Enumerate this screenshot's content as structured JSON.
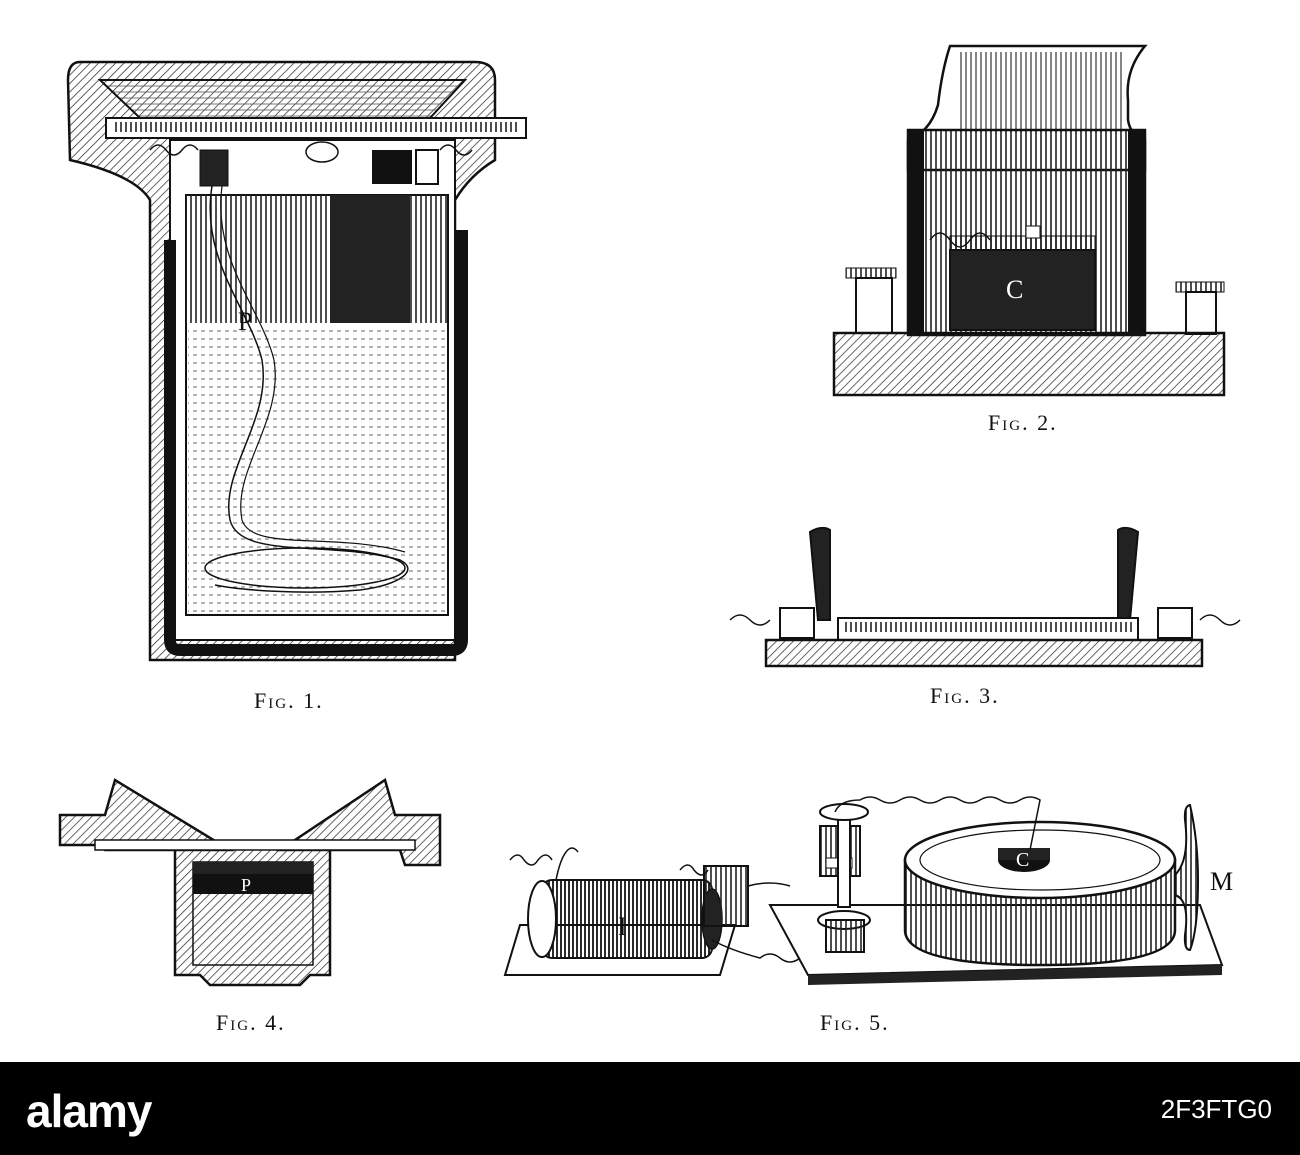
{
  "figures": [
    {
      "caption": "Fig. 1.",
      "letters": [
        "P"
      ]
    },
    {
      "caption": "Fig. 2.",
      "letters": [
        "C"
      ]
    },
    {
      "caption": "Fig. 3.",
      "letters": []
    },
    {
      "caption": "Fig. 4.",
      "letters": [
        "P"
      ]
    },
    {
      "caption": "Fig. 5.",
      "letters": [
        "I",
        "C",
        "M"
      ]
    }
  ],
  "footer": {
    "logo_text": "alamy",
    "image_id": "2F3FTG0",
    "background_color": "#000000",
    "text_color": "#ffffff"
  },
  "colors": {
    "ink": "#111111",
    "paper": "#ffffff"
  }
}
